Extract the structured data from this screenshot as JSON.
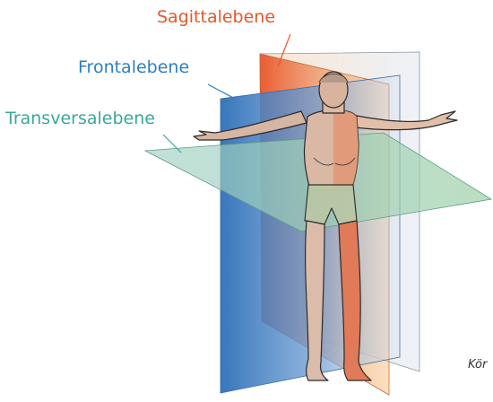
{
  "labels": {
    "sagittal": "Sagittalebene",
    "frontal": "Frontalebene",
    "transversal": "Transversalebene"
  },
  "caption": "Kör",
  "colors": {
    "sagittal": "#e8562a",
    "frontal": "#2d7fc0",
    "transversal": "#3aa898",
    "skin": "#d9b8a4",
    "shorts": "#b9c7a4",
    "outline": "#2a2a2a"
  },
  "icons": {
    "figure": "human-body-figure"
  }
}
